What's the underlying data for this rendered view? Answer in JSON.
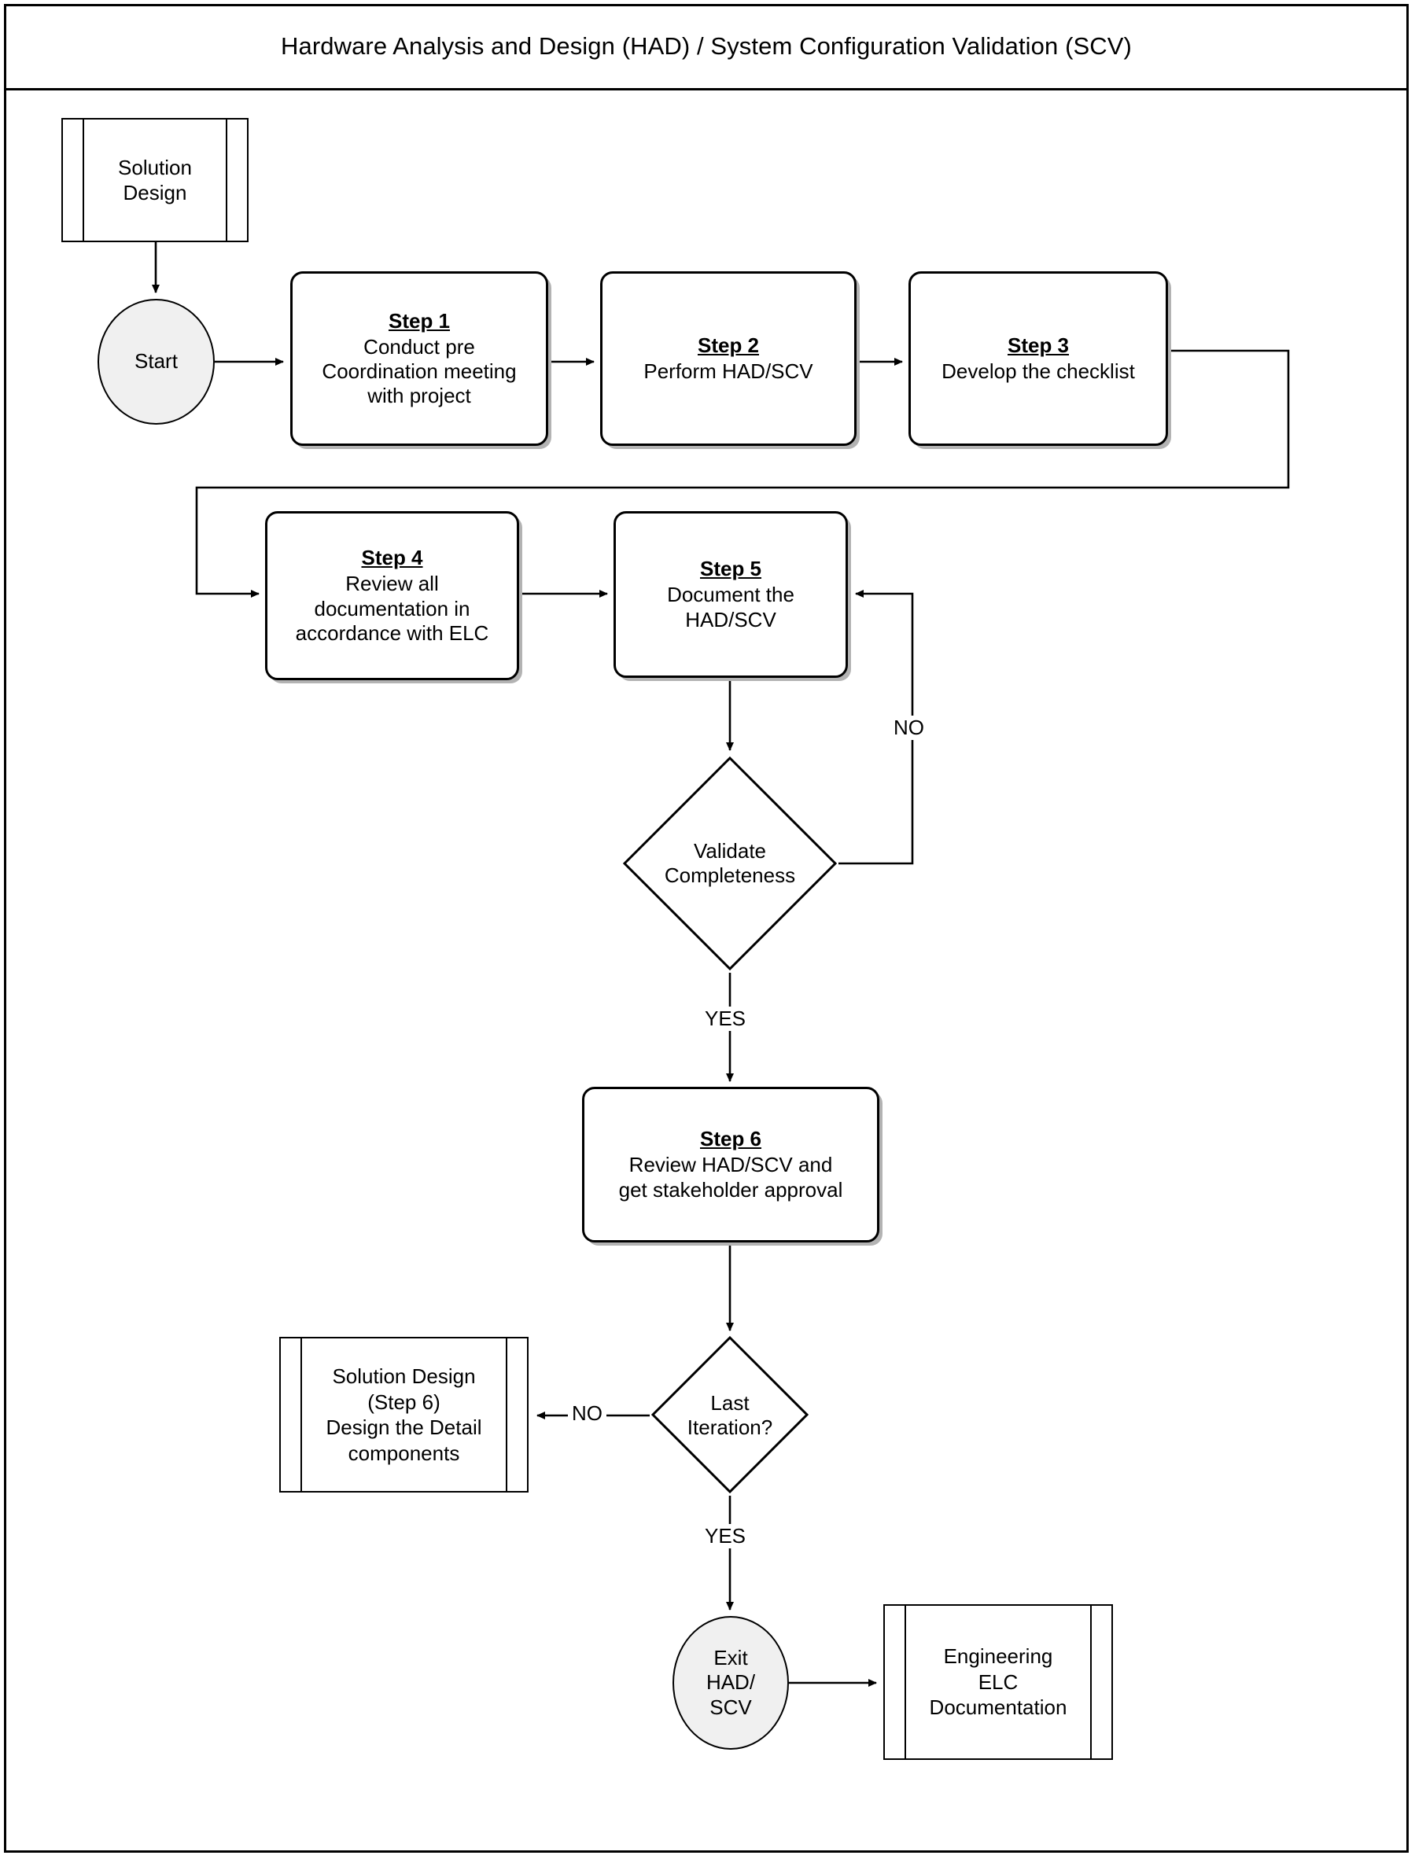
{
  "diagram": {
    "title": "Hardware Analysis and Design (HAD) / System Configuration Validation (SCV)",
    "colors": {
      "stroke": "#000000",
      "shape_fill": "#ffffff",
      "terminator_fill": "#f0f0f0",
      "shadow": "#b3b3b3",
      "background": "#ffffff"
    },
    "nodes": {
      "solution_design_in": {
        "type": "predefined-process",
        "text": "Solution\nDesign"
      },
      "start": {
        "type": "terminator",
        "text": "Start"
      },
      "step1": {
        "type": "process",
        "step": "Step 1",
        "text": "Conduct pre\nCoordination meeting\nwith project"
      },
      "step2": {
        "type": "process",
        "step": "Step 2",
        "text": "Perform HAD/SCV"
      },
      "step3": {
        "type": "process",
        "step": "Step 3",
        "text": "Develop the checklist"
      },
      "step4": {
        "type": "process",
        "step": "Step 4",
        "text": "Review all\ndocumentation in\naccordance with ELC"
      },
      "step5": {
        "type": "process",
        "step": "Step 5",
        "text": "Document the\nHAD/SCV"
      },
      "validate_completeness": {
        "type": "decision",
        "text": "Validate\nCompleteness"
      },
      "step6": {
        "type": "process",
        "step": "Step 6",
        "text": "Review HAD/SCV and\nget stakeholder approval"
      },
      "last_iteration": {
        "type": "decision",
        "text": "Last\nIteration?"
      },
      "solution_design_step6": {
        "type": "predefined-process",
        "text": "Solution Design\n(Step 6)\nDesign the Detail\ncomponents"
      },
      "exit": {
        "type": "terminator",
        "text": "Exit\nHAD/\nSCV"
      },
      "engineering_elc_doc": {
        "type": "predefined-process",
        "text": "Engineering\nELC\nDocumentation"
      }
    },
    "edge_labels": {
      "validate_no": "NO",
      "validate_yes": "YES",
      "last_iteration_no": "NO",
      "last_iteration_yes": "YES"
    },
    "flow": [
      {
        "from": "solution_design_in",
        "to": "start",
        "label": ""
      },
      {
        "from": "start",
        "to": "step1",
        "label": ""
      },
      {
        "from": "step1",
        "to": "step2",
        "label": ""
      },
      {
        "from": "step2",
        "to": "step3",
        "label": ""
      },
      {
        "from": "step3",
        "to": "step4",
        "label": ""
      },
      {
        "from": "step4",
        "to": "step5",
        "label": ""
      },
      {
        "from": "step5",
        "to": "validate_completeness",
        "label": ""
      },
      {
        "from": "validate_completeness",
        "to": "step5",
        "label": "NO"
      },
      {
        "from": "validate_completeness",
        "to": "step6",
        "label": "YES"
      },
      {
        "from": "step6",
        "to": "last_iteration",
        "label": ""
      },
      {
        "from": "last_iteration",
        "to": "solution_design_step6",
        "label": "NO"
      },
      {
        "from": "last_iteration",
        "to": "exit",
        "label": "YES"
      },
      {
        "from": "exit",
        "to": "engineering_elc_doc",
        "label": ""
      }
    ]
  }
}
